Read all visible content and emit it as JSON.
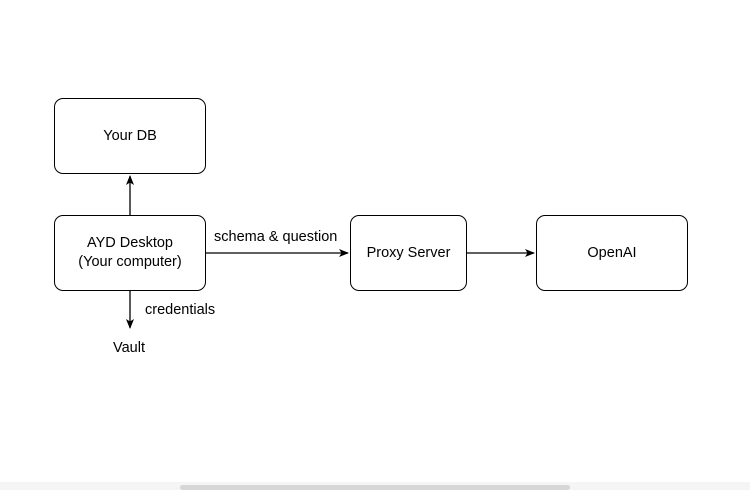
{
  "nodes": {
    "your_db": {
      "label": "Your DB"
    },
    "ayd_desktop": {
      "line1": "AYD Desktop",
      "line2": "(Your computer)"
    },
    "proxy_server": {
      "label": "Proxy Server"
    },
    "openai": {
      "label": "OpenAI"
    },
    "vault": {
      "label": "Vault"
    }
  },
  "edges": {
    "ayd_to_proxy": {
      "label": "schema & question"
    },
    "ayd_to_vault": {
      "label": "credentials"
    }
  }
}
